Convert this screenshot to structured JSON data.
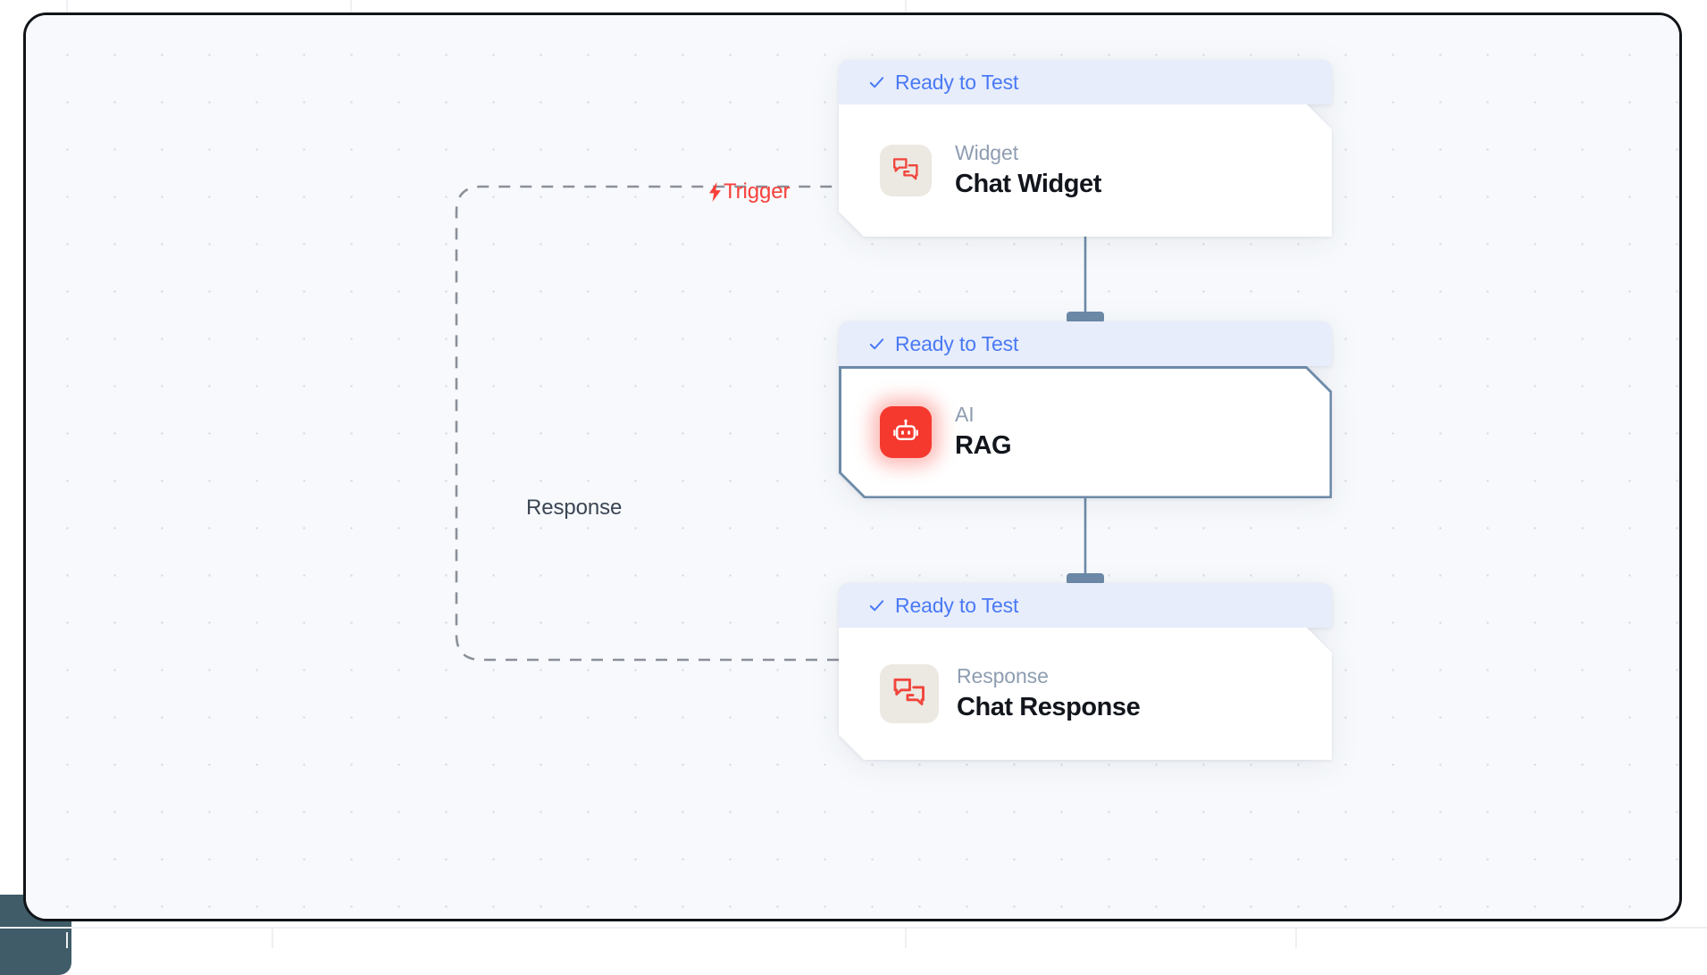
{
  "canvas": {
    "background_color": "#f7f9fc",
    "grid": "dot-grid",
    "frame_border_color": "#101418"
  },
  "nodes": [
    {
      "id": "chat-widget",
      "status_label": "Ready to Test",
      "status_icon": "check-icon",
      "kind": "Widget",
      "title": "Chat Widget",
      "icon": "chat-bubbles-icon",
      "icon_color": "#f0453c",
      "icon_tile_color": "#ece8e2",
      "selected": false
    },
    {
      "id": "rag",
      "status_label": "Ready to Test",
      "status_icon": "check-icon",
      "kind": "AI",
      "title": "RAG",
      "icon": "robot-icon",
      "icon_color": "#ffffff",
      "icon_tile_color": "#f5392f",
      "selected": true
    },
    {
      "id": "chat-response",
      "status_label": "Ready to Test",
      "status_icon": "check-icon",
      "kind": "Response",
      "title": "Chat Response",
      "icon": "chat-bubbles-icon",
      "icon_color": "#f0453c",
      "icon_tile_color": "#ece8e2",
      "selected": false
    }
  ],
  "edges": [
    {
      "id": "edge-trigger",
      "label": "Trigger",
      "label_icon": "lightning-bolt-icon",
      "label_color": "#f9403a",
      "style": "dashed",
      "from": "chat-response",
      "to": "chat-widget"
    },
    {
      "id": "edge-response",
      "label": "Response",
      "label_color": "#3b4654",
      "style": "dashed",
      "from": "chat-response",
      "to": "chat-widget"
    },
    {
      "id": "edge-widget-to-rag",
      "label": "",
      "style": "solid",
      "from": "chat-widget",
      "to": "rag"
    },
    {
      "id": "edge-rag-to-response",
      "label": "",
      "style": "solid",
      "from": "rag",
      "to": "chat-response"
    }
  ],
  "colors": {
    "status_band": "#e7edfb",
    "status_text": "#4a79f5",
    "handle": "#6d8aa8",
    "edge_dashed": "#8b9099",
    "node_title": "#12161c",
    "node_kind": "#8e9db1",
    "accent_red": "#f5392f"
  }
}
